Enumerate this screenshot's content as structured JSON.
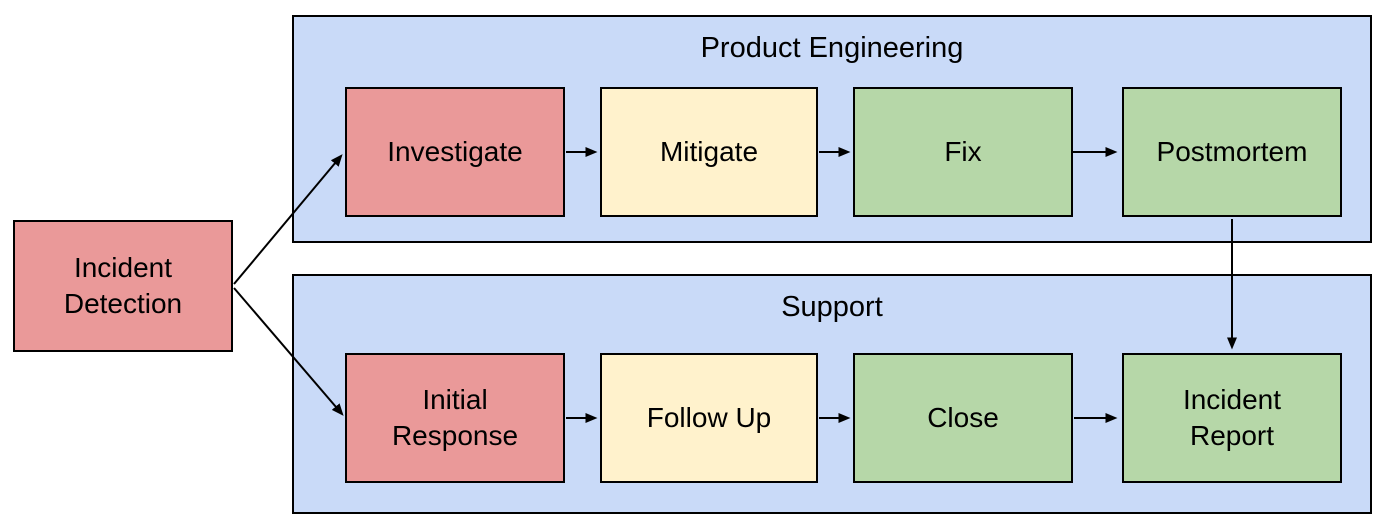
{
  "diagram": {
    "type": "flowchart",
    "colors": {
      "red": "#ea9999",
      "yellow": "#fff2cc",
      "green": "#b6d7a8",
      "blue": "#c9daf8",
      "border": "#000000",
      "background": "#ffffff"
    },
    "start_node": {
      "id": "incident-detection",
      "label": "Incident\nDetection",
      "color": "#ea9999"
    },
    "groups": [
      {
        "id": "product-engineering",
        "title": "Product Engineering",
        "color": "#c9daf8",
        "nodes": [
          {
            "id": "investigate",
            "label": "Investigate",
            "color": "#ea9999"
          },
          {
            "id": "mitigate",
            "label": "Mitigate",
            "color": "#fff2cc"
          },
          {
            "id": "fix",
            "label": "Fix",
            "color": "#b6d7a8"
          },
          {
            "id": "postmortem",
            "label": "Postmortem",
            "color": "#b6d7a8"
          }
        ]
      },
      {
        "id": "support",
        "title": "Support",
        "color": "#c9daf8",
        "nodes": [
          {
            "id": "initial-response",
            "label": "Initial\nResponse",
            "color": "#ea9999"
          },
          {
            "id": "follow-up",
            "label": "Follow Up",
            "color": "#fff2cc"
          },
          {
            "id": "close",
            "label": "Close",
            "color": "#b6d7a8"
          },
          {
            "id": "incident-report",
            "label": "Incident\nReport",
            "color": "#b6d7a8"
          }
        ]
      }
    ],
    "edges": [
      {
        "from": "incident-detection",
        "to": "investigate"
      },
      {
        "from": "incident-detection",
        "to": "initial-response"
      },
      {
        "from": "investigate",
        "to": "mitigate"
      },
      {
        "from": "mitigate",
        "to": "fix"
      },
      {
        "from": "fix",
        "to": "postmortem"
      },
      {
        "from": "postmortem",
        "to": "incident-report"
      },
      {
        "from": "initial-response",
        "to": "follow-up"
      },
      {
        "from": "follow-up",
        "to": "close"
      },
      {
        "from": "close",
        "to": "incident-report"
      }
    ]
  }
}
